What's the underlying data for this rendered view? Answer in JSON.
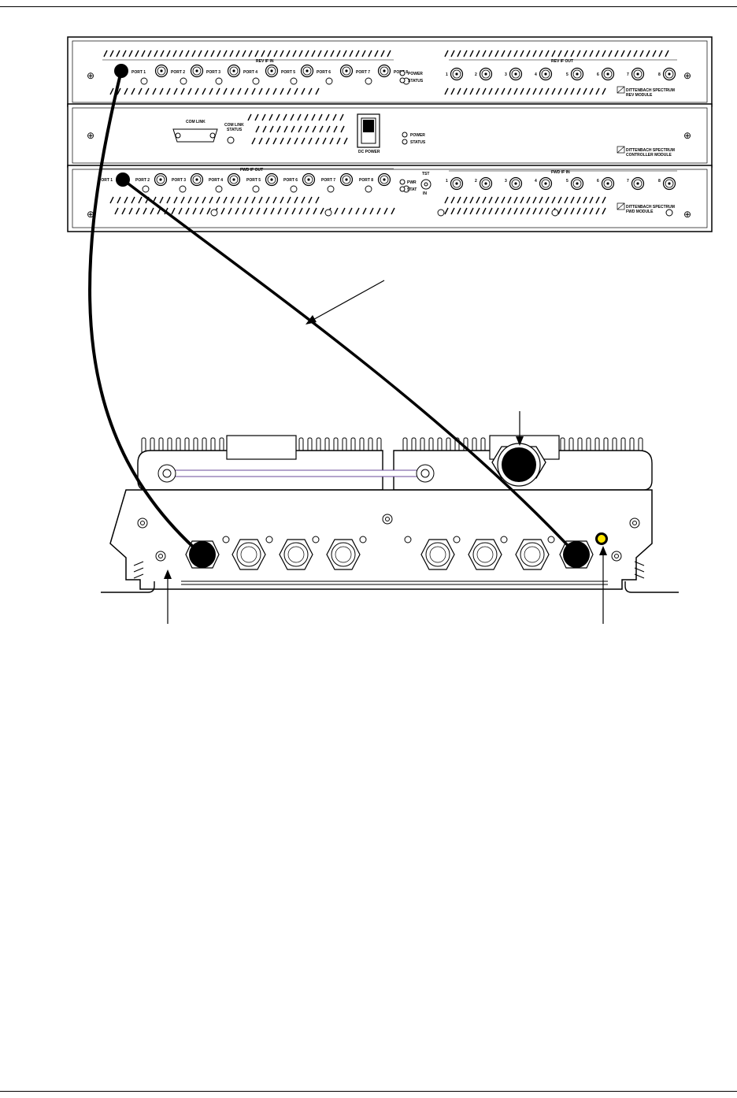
{
  "figure": {
    "rev_module": {
      "port_labels": [
        "PORT 1",
        "PORT 2",
        "PORT 3",
        "PORT 4",
        "PORT 5",
        "PORT 6",
        "PORT 7",
        "PORT 8"
      ],
      "in_header": "REV IF IN",
      "out_header": "REV IF OUT",
      "out_numbers": [
        "1",
        "2",
        "3",
        "4",
        "5",
        "6",
        "7",
        "8"
      ],
      "led_power": "POWER",
      "led_status": "STATUS",
      "brand_line1": "DITTENBACH SPECTRUM",
      "brand_line2": "REV MODULE"
    },
    "controller_module": {
      "comlink": "COM LINK",
      "comlink_status_line1": "COM LINK",
      "comlink_status_line2": "STATUS",
      "dc_power": "DC POWER",
      "led_power": "POWER",
      "led_status": "STATUS",
      "brand_line1": "DITTENBACH SPECTRUM",
      "brand_line2": "CONTROLLER MODULE"
    },
    "fwd_module": {
      "port_labels": [
        "PORT 1",
        "PORT 2",
        "PORT 3",
        "PORT 4",
        "PORT 5",
        "PORT 6",
        "PORT 7",
        "PORT 8"
      ],
      "out_header": "FWD IF OUT",
      "in_header": "FWD IF IN",
      "in_numbers": [
        "1",
        "2",
        "3",
        "4",
        "5",
        "6",
        "7",
        "8"
      ],
      "led_pwr": "PWR",
      "led_stat": "STAT",
      "tst_line1": "TST",
      "tst_line2": "IN",
      "brand_line1": "DITTENBACH SPECTRUM",
      "brand_line2": "FWD MODULE"
    },
    "colors": {
      "line": "#000000",
      "panel": "#ffffff",
      "indicator": "#ffe600",
      "tether": "#6a4a9a"
    }
  }
}
